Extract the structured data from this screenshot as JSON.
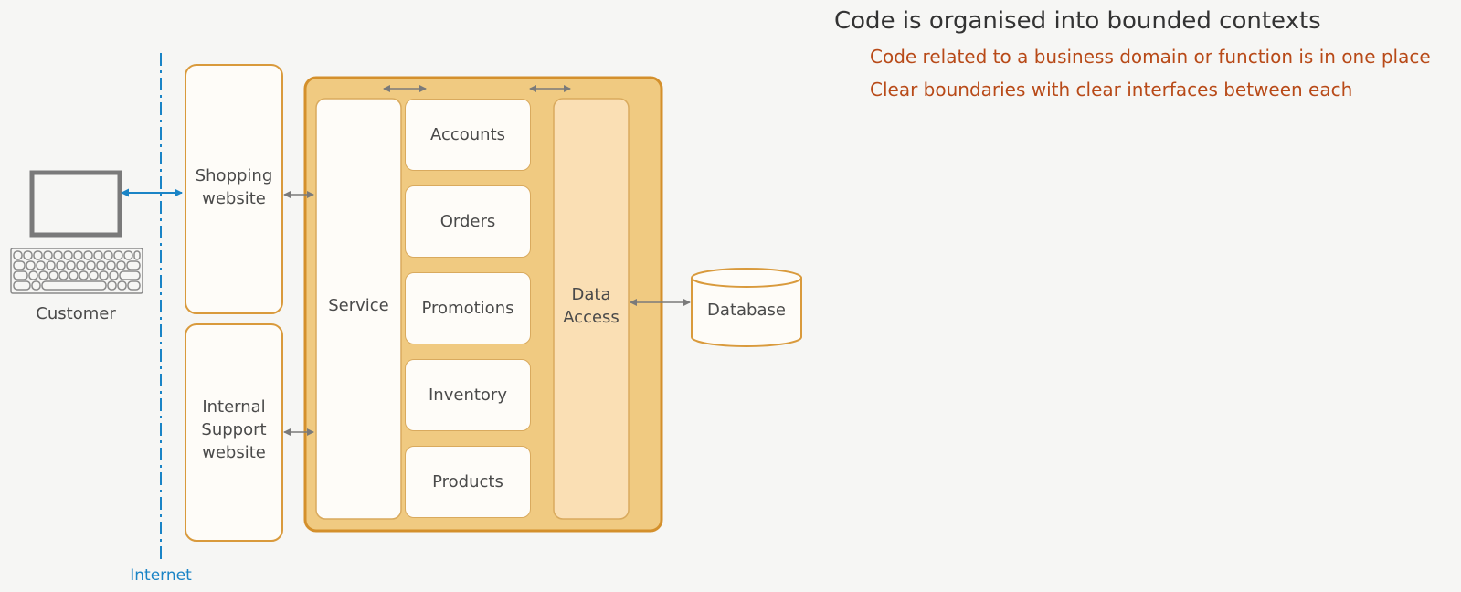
{
  "heading": "Code is organised into bounded contexts",
  "bullets": [
    "Code related to a business domain or function is in one place",
    "Clear boundaries with clear interfaces between each"
  ],
  "customer": {
    "label": "Customer"
  },
  "internet": {
    "label": "Internet"
  },
  "websites": {
    "shopping": [
      "Shopping",
      "website"
    ],
    "support": [
      "Internal",
      "Support",
      "website"
    ]
  },
  "service": {
    "label": "Service"
  },
  "contexts": [
    "Accounts",
    "Orders",
    "Promotions",
    "Inventory",
    "Products"
  ],
  "data_access": [
    "Data",
    "Access"
  ],
  "database": {
    "label": "Database"
  },
  "colors": {
    "accent_orange": "#d99a3c",
    "text_red": "#b84a18",
    "internet_blue": "#1a84c6"
  }
}
